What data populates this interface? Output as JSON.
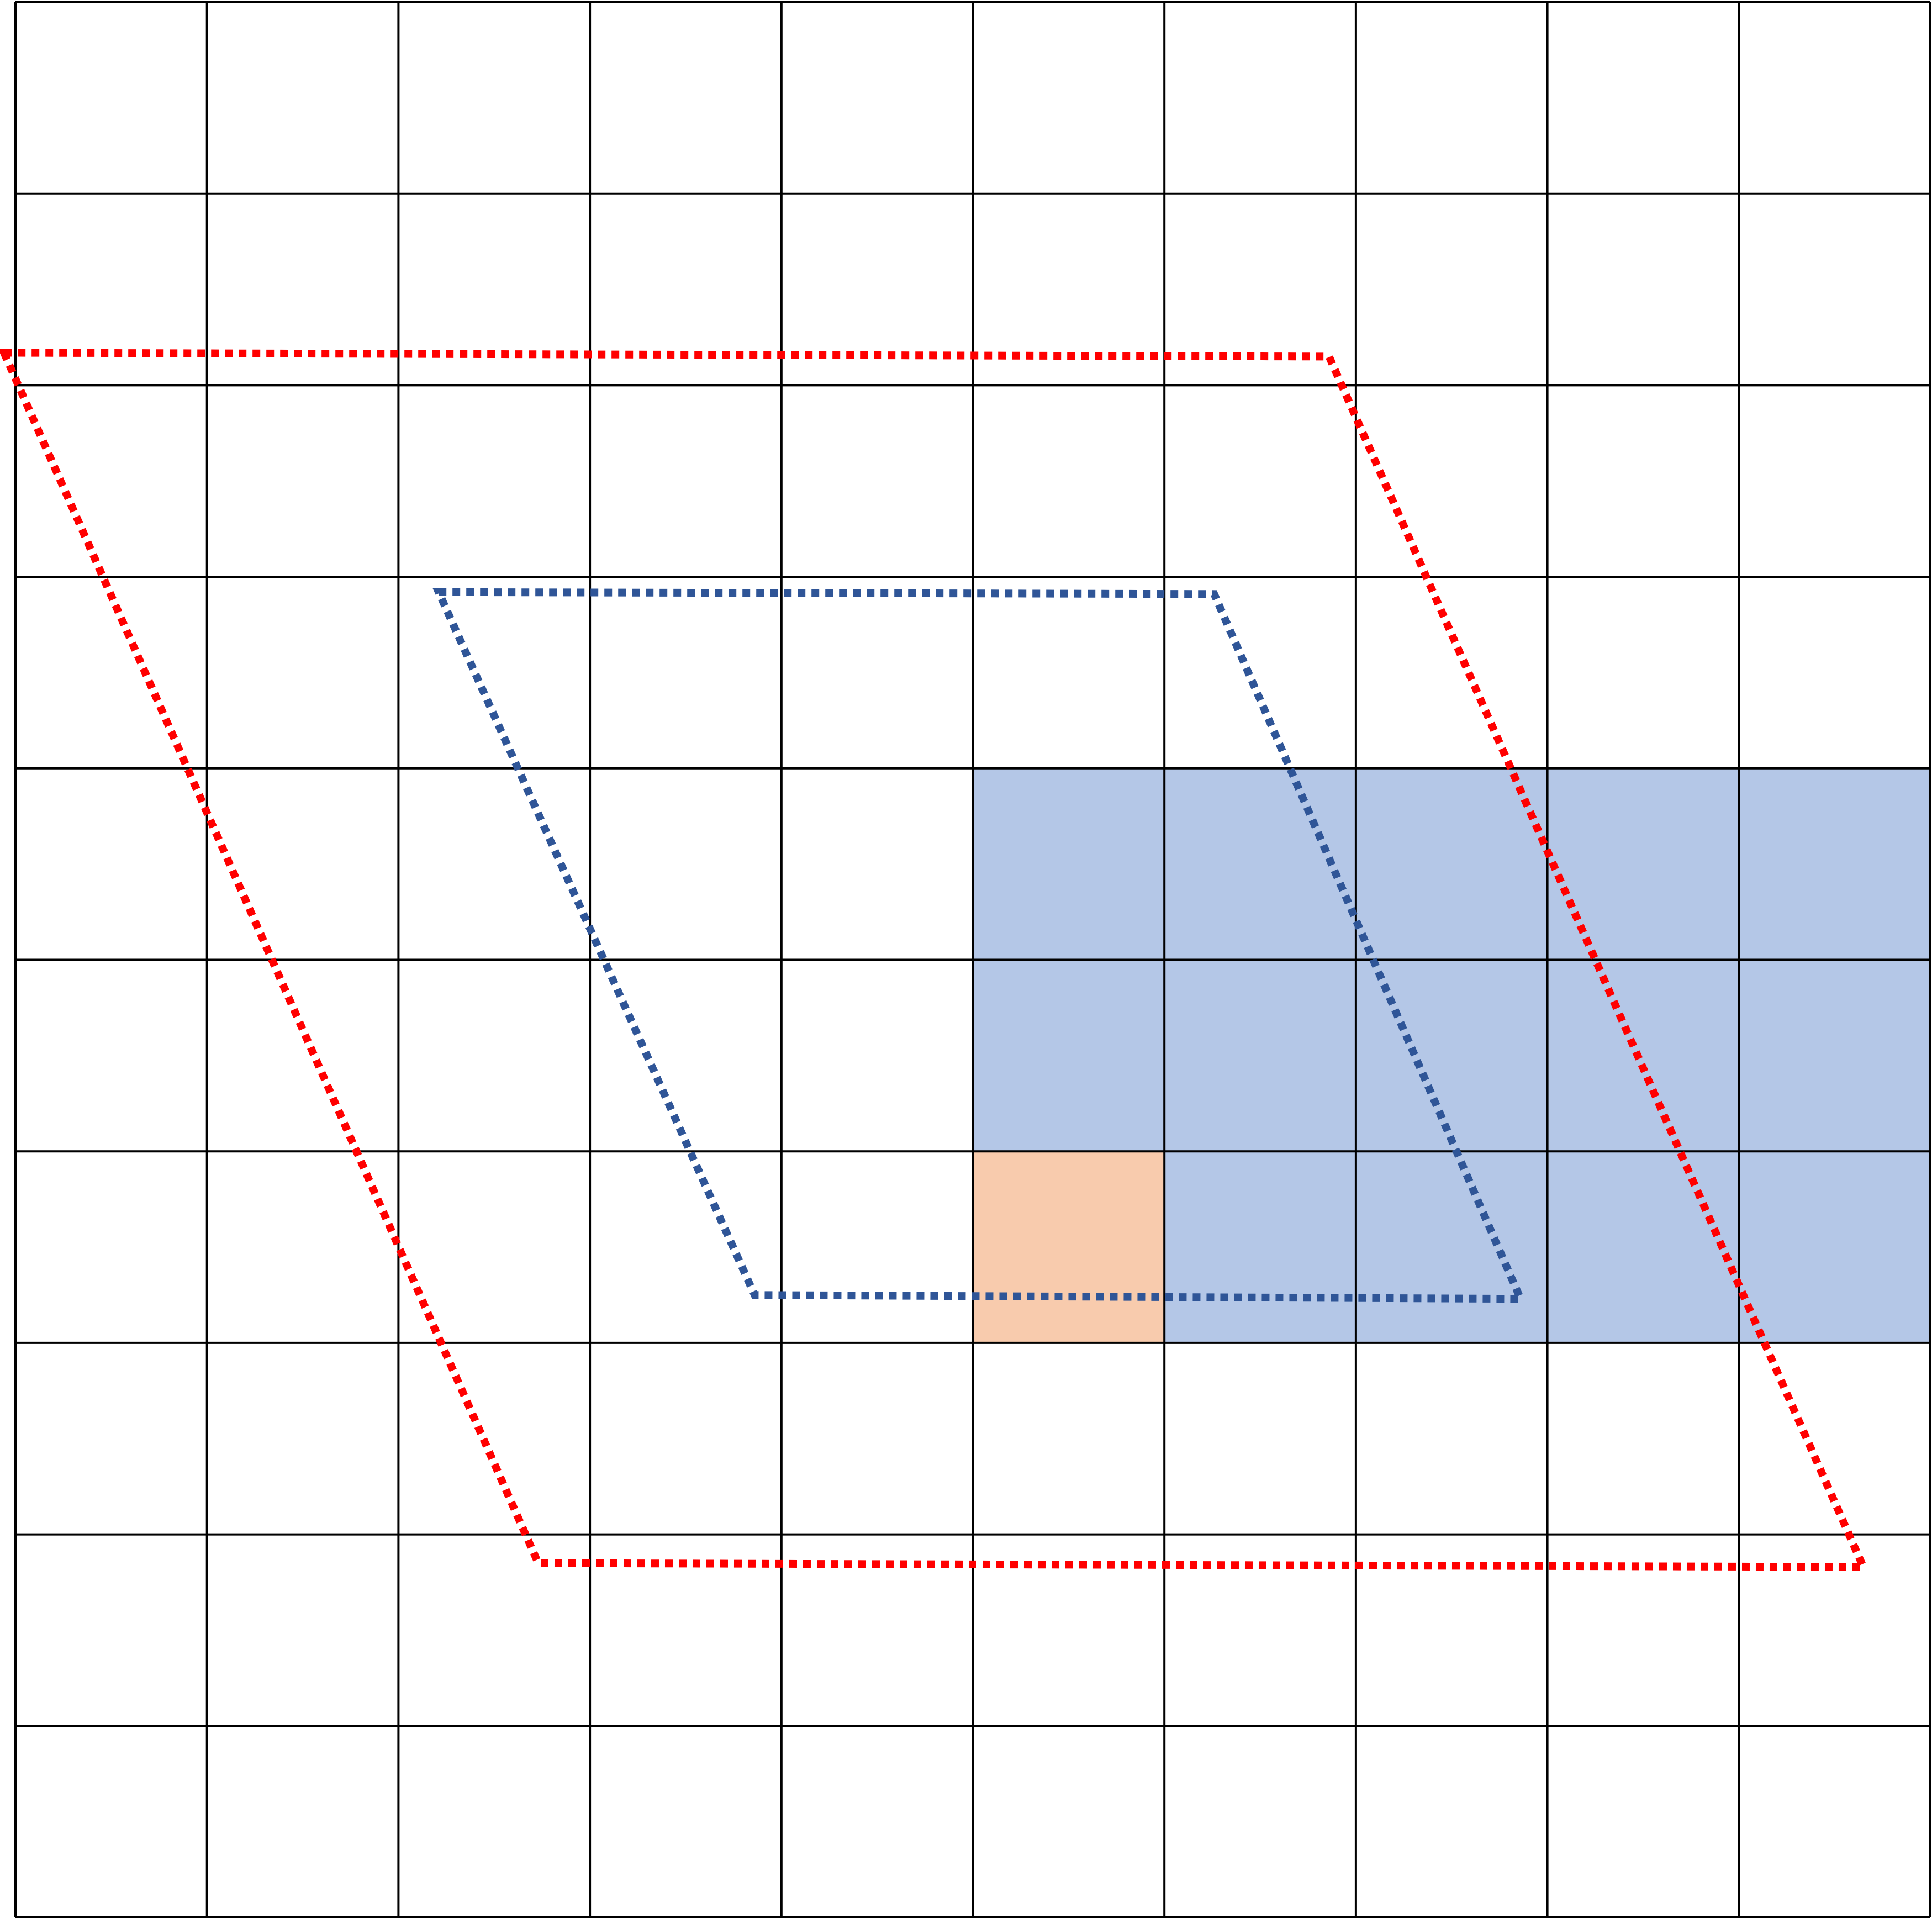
{
  "grid": {
    "columns": 10,
    "rows": 10,
    "line_color": "#000000",
    "background": "#ffffff"
  },
  "highlight_regions": [
    {
      "name": "blue-region",
      "color": "#b4c7e7",
      "col_start": 5,
      "col_end": 10,
      "row_start": 4,
      "row_end": 7
    },
    {
      "name": "orange-cell",
      "color": "#f8cbad",
      "col_start": 5,
      "col_end": 6,
      "row_start": 6,
      "row_end": 7
    }
  ],
  "dotted_parallelograms": [
    {
      "name": "red-parallelogram",
      "color": "#ff0000",
      "vertices": [
        [
          -0.06,
          1.83
        ],
        [
          6.86,
          1.85
        ],
        [
          9.65,
          8.17
        ],
        [
          2.73,
          8.15
        ]
      ]
    },
    {
      "name": "blue-parallelogram",
      "color": "#2f5597",
      "vertices": [
        [
          2.21,
          3.08
        ],
        [
          6.26,
          3.09
        ],
        [
          7.86,
          6.77
        ],
        [
          3.86,
          6.75
        ]
      ]
    }
  ]
}
